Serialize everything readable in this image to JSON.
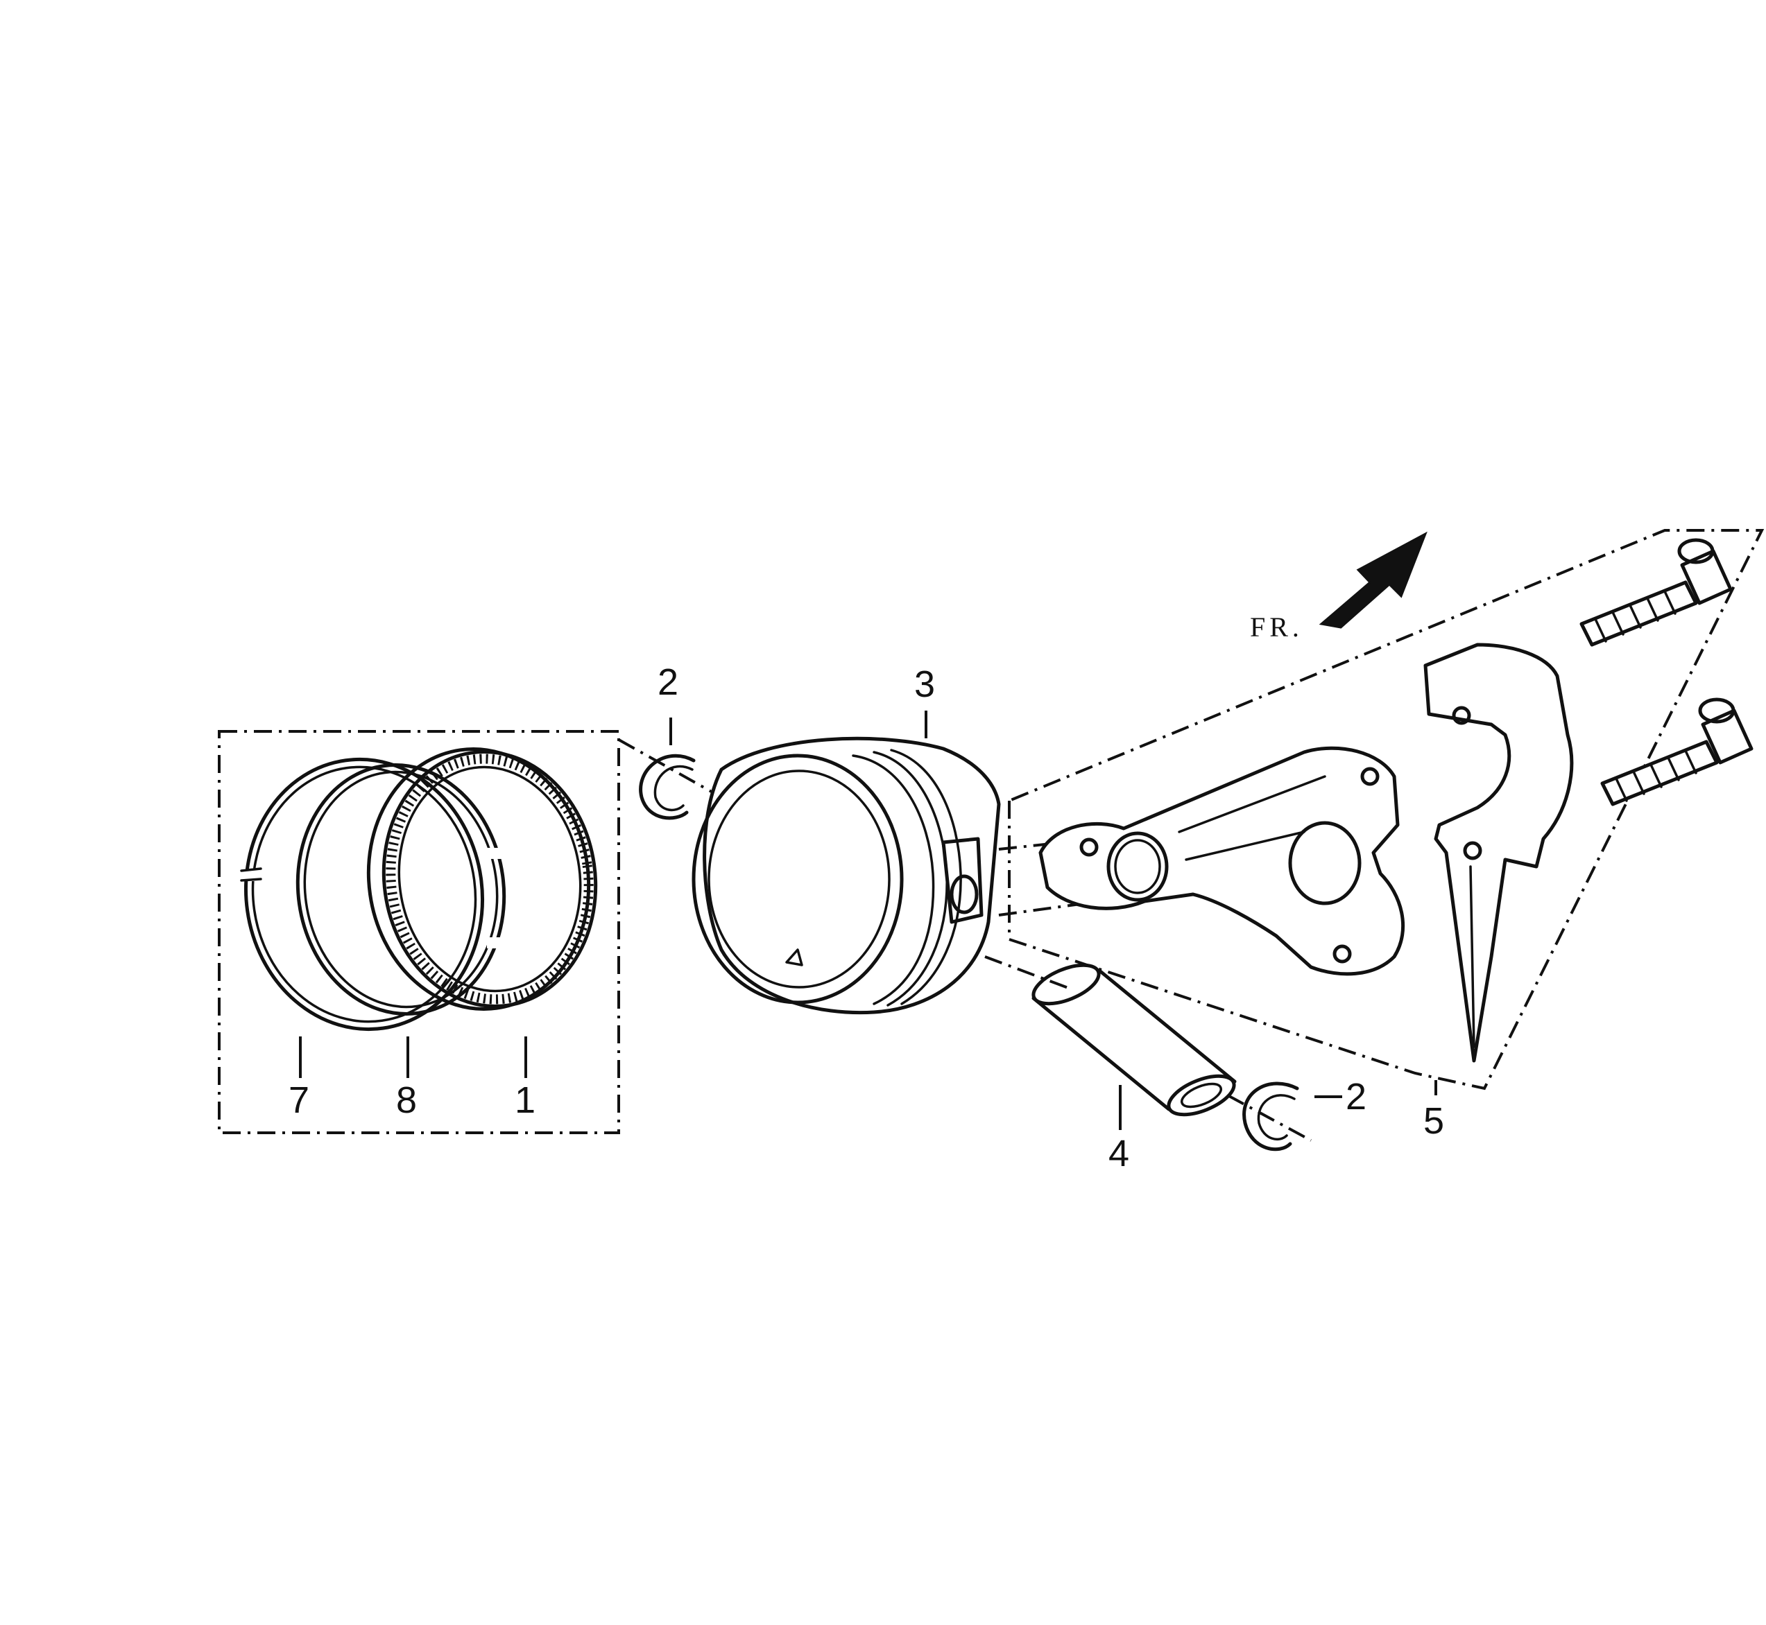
{
  "direction_label": "FR.",
  "callouts": {
    "piston_ring_set": "1",
    "piston_pin_clip_top": "2",
    "piston_pin_clip_bottom": "2",
    "piston": "3",
    "piston_pin": "4",
    "connecting_rod_assembly": "5",
    "ring_7": "7",
    "ring_8": "8"
  },
  "colors": {
    "ink": "#111111",
    "background": "#ffffff"
  }
}
